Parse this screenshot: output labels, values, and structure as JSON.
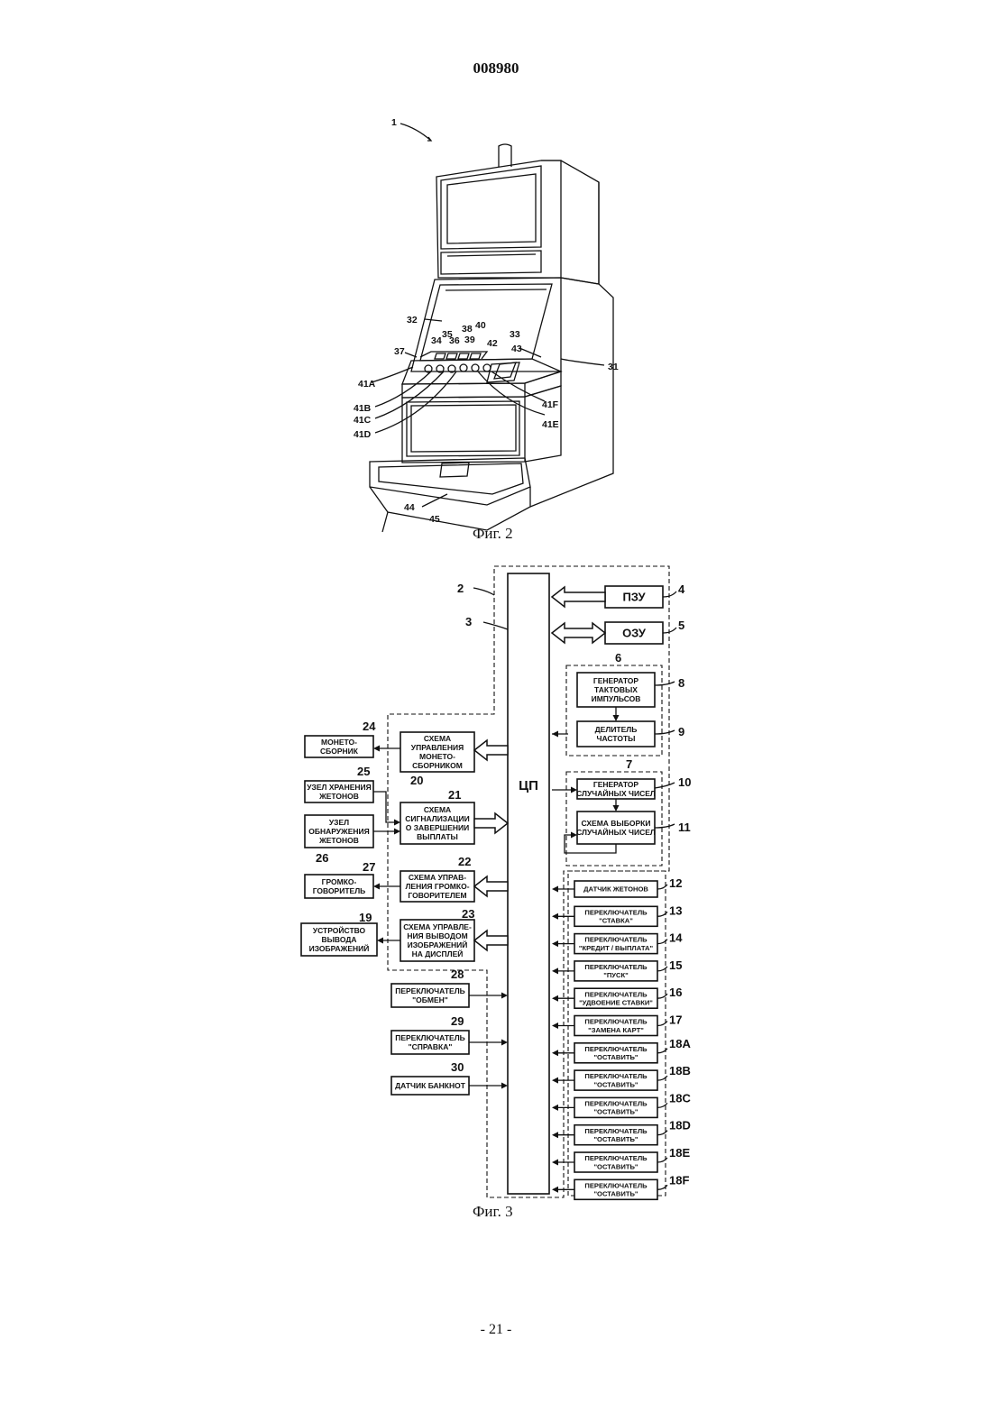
{
  "page": {
    "number": "008980",
    "footer": "- 21 -"
  },
  "fig2": {
    "caption": "Фиг. 2",
    "refs": [
      "1",
      "32",
      "38",
      "40",
      "35",
      "39",
      "33",
      "34",
      "36",
      "42",
      "43",
      "37",
      "41A",
      "31",
      "41B",
      "41C",
      "41D",
      "41F",
      "41E",
      "44",
      "45"
    ]
  },
  "fig3": {
    "caption": "Фиг. 3",
    "cpu": "ЦП",
    "memory": [
      {
        "label": "ПЗУ",
        "ref": "4"
      },
      {
        "label": "ОЗУ",
        "ref": "5"
      }
    ],
    "group_refs": {
      "board": "2",
      "cpu": "3",
      "clock_group": "6",
      "random_group": "7"
    },
    "clock": [
      {
        "lines": [
          "ГЕНЕРАТОР",
          "ТАКТОВЫХ",
          "ИМПУЛЬСОВ"
        ],
        "ref": "8"
      },
      {
        "lines": [
          "ДЕЛИТЕЛЬ",
          "ЧАСТОТЫ"
        ],
        "ref": "9"
      }
    ],
    "random": [
      {
        "lines": [
          "ГЕНЕРАТОР",
          "СЛУЧАЙНЫХ ЧИСЕЛ"
        ],
        "ref": "10"
      },
      {
        "lines": [
          "СХЕМА ВЫБОРКИ",
          "СЛУЧАЙНЫХ ЧИСЕЛ"
        ],
        "ref": "11"
      }
    ],
    "controllers": [
      {
        "lines": [
          "СХЕМА",
          "УПРАВЛЕНИЯ",
          "МОНЕТО-",
          "СБОРНИКОМ"
        ],
        "ref": "20"
      },
      {
        "lines": [
          "СХЕМА",
          "СИГНАЛИЗАЦИИ",
          "О ЗАВЕРШЕНИИ",
          "ВЫПЛАТЫ"
        ],
        "ref": "21"
      },
      {
        "lines": [
          "СХЕМА УПРАВ-",
          "ЛЕНИЯ ГРОМКО-",
          "ГОВОРИТЕЛЕМ"
        ],
        "ref": "22"
      },
      {
        "lines": [
          "СХЕМА УПРАВЛЕ-",
          "НИЯ ВЫВОДОМ",
          "ИЗОБРАЖЕНИЙ",
          "НА ДИСПЛЕЙ"
        ],
        "ref": "23"
      }
    ],
    "devices": [
      {
        "lines": [
          "МОНЕТО-",
          "СБОРНИК"
        ],
        "ref": "24"
      },
      {
        "lines": [
          "УЗЕЛ ХРАНЕНИЯ",
          "ЖЕТОНОВ"
        ],
        "ref": "25"
      },
      {
        "lines": [
          "УЗЕЛ",
          "ОБНАРУЖЕНИЯ",
          "ЖЕТОНОВ"
        ],
        "ref": "26"
      },
      {
        "lines": [
          "ГРОМКО-",
          "ГОВОРИТЕЛЬ"
        ],
        "ref": "27"
      },
      {
        "lines": [
          "УСТРОЙСТВО",
          "ВЫВОДА",
          "ИЗОБРАЖЕНИЙ"
        ],
        "ref": "19"
      }
    ],
    "left_inputs": [
      {
        "lines": [
          "ПЕРЕКЛЮЧАТЕЛЬ",
          "\"ОБМЕН\""
        ],
        "ref": "28"
      },
      {
        "lines": [
          "ПЕРЕКЛЮЧАТЕЛЬ",
          "\"СПРАВКА\""
        ],
        "ref": "29"
      },
      {
        "lines": [
          "ДАТЧИК БАНКНОТ"
        ],
        "ref": "30"
      }
    ],
    "right_inputs": [
      {
        "lines": [
          "ДАТЧИК ЖЕТОНОВ"
        ],
        "ref": "12"
      },
      {
        "lines": [
          "ПЕРЕКЛЮЧАТЕЛЬ",
          "\"СТАВКА\""
        ],
        "ref": "13"
      },
      {
        "lines": [
          "ПЕРЕКЛЮЧАТЕЛЬ",
          "\"КРЕДИТ / ВЫПЛАТА\""
        ],
        "ref": "14"
      },
      {
        "lines": [
          "ПЕРЕКЛЮЧАТЕЛЬ",
          "\"ПУСК\""
        ],
        "ref": "15"
      },
      {
        "lines": [
          "ПЕРЕКЛЮЧАТЕЛЬ",
          "\"УДВОЕНИЕ СТАВКИ\""
        ],
        "ref": "16"
      },
      {
        "lines": [
          "ПЕРЕКЛЮЧАТЕЛЬ",
          "\"ЗАМЕНА КАРТ\""
        ],
        "ref": "17"
      },
      {
        "lines": [
          "ПЕРЕКЛЮЧАТЕЛЬ",
          "\"ОСТАВИТЬ\""
        ],
        "ref": "18A"
      },
      {
        "lines": [
          "ПЕРЕКЛЮЧАТЕЛЬ",
          "\"ОСТАВИТЬ\""
        ],
        "ref": "18B"
      },
      {
        "lines": [
          "ПЕРЕКЛЮЧАТЕЛЬ",
          "\"ОСТАВИТЬ\""
        ],
        "ref": "18C"
      },
      {
        "lines": [
          "ПЕРЕКЛЮЧАТЕЛЬ",
          "\"ОСТАВИТЬ\""
        ],
        "ref": "18D"
      },
      {
        "lines": [
          "ПЕРЕКЛЮЧАТЕЛЬ",
          "\"ОСТАВИТЬ\""
        ],
        "ref": "18E"
      },
      {
        "lines": [
          "ПЕРЕКЛЮЧАТЕЛЬ",
          "\"ОСТАВИТЬ\""
        ],
        "ref": "18F"
      }
    ]
  }
}
